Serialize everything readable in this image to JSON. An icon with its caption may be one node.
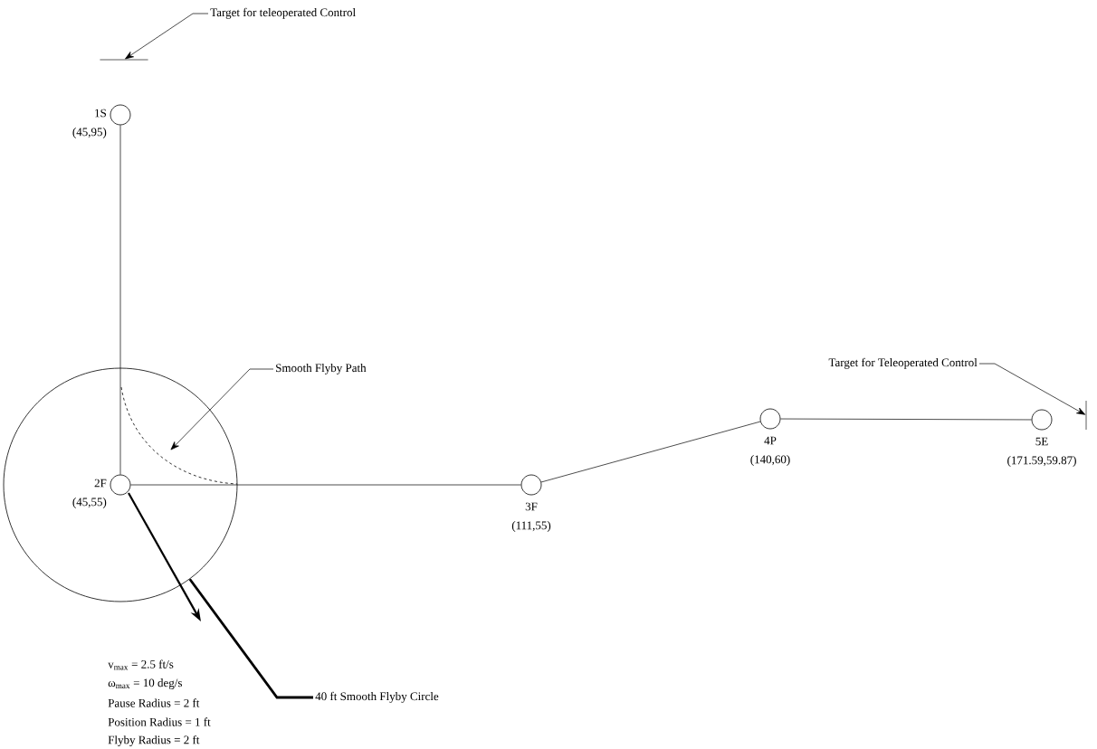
{
  "diagram": {
    "nodes": [
      {
        "text": [
          "Target for teleoperated Control"
        ]
      },
      {
        "text": [],
        "shape": "bar"
      },
      {
        "text": [],
        "shape": "circle",
        "beside": [
          "1S",
          "(45,95)"
        ]
      },
      {
        "text": [],
        "shape": "circle"
      },
      {
        "text": [],
        "shape": "circle",
        "beside": [
          "2F",
          "(45,55)"
        ],
        "in": 3
      },
      {
        "text": [
          "Smooth Flyby Path"
        ]
      },
      {
        "text": [],
        "shape": "circle",
        "beside": [
          "3F",
          "(111,55)"
        ]
      },
      {
        "text": [],
        "shape": "circle",
        "beside": [
          "4P",
          "(140,60)"
        ]
      },
      {
        "text": [
          "Target for Teleoperated Control"
        ]
      },
      {
        "text": [],
        "shape": "bar"
      },
      {
        "text": [],
        "shape": "circle",
        "beside": [
          "5E",
          "(171.59,59.87)"
        ]
      },
      {
        "text": [
          "40 ft Smooth Flyby Circle"
        ]
      },
      {
        "text": [],
        "shape": "arc",
        "in": 3
      }
    ],
    "edges": [
      {
        "from": 0,
        "to": 1,
        "arrow": "to"
      },
      {
        "from": 2,
        "to": 4,
        "arrow": "none"
      },
      {
        "from": 4,
        "to": 6,
        "arrow": "none"
      },
      {
        "from": 6,
        "to": 7,
        "arrow": "none"
      },
      {
        "from": 7,
        "to": 10,
        "arrow": "none"
      },
      {
        "from": 8,
        "to": 9,
        "arrow": "to"
      },
      {
        "from": 5,
        "to": 12,
        "arrow": "to"
      },
      {
        "from": 11,
        "to": 3,
        "arrow": "none",
        "style": "thick"
      }
    ],
    "labels": [
      "v$_{max}$ = 2.5 ft/s",
      "ω$_{max}$ = 10 deg/s",
      "Pause Radius = 2 ft",
      "Position Radius = 1 ft",
      "Flyby Radius = 2 ft"
    ]
  }
}
